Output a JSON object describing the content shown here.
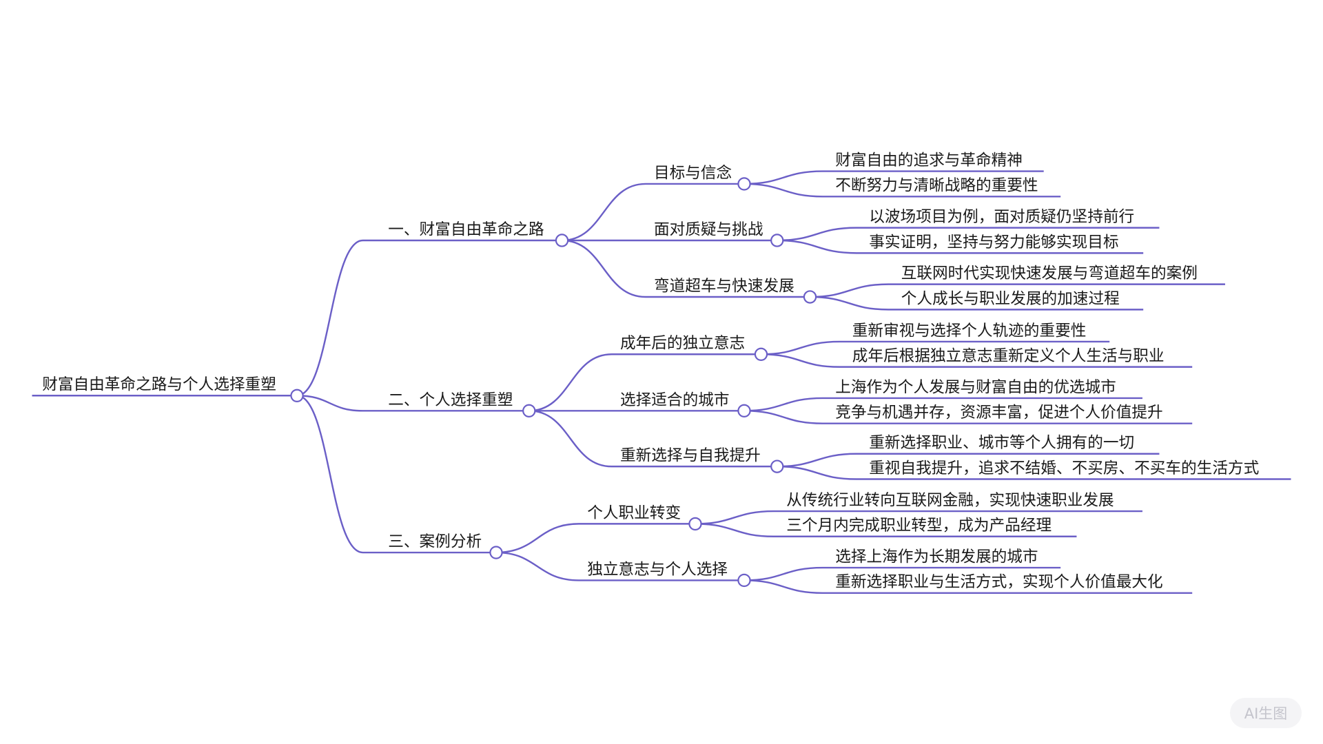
{
  "colors": {
    "line": "#6b5fc7",
    "text": "#1a1a1a"
  },
  "mindmap": {
    "root": "财富自由革命之路与个人选择重塑",
    "branches": [
      {
        "label": "一、财富自由革命之路",
        "children": [
          {
            "label": "目标与信念",
            "leaves": [
              "财富自由的追求与革命精神",
              "不断努力与清晰战略的重要性"
            ]
          },
          {
            "label": "面对质疑与挑战",
            "leaves": [
              "以波场项目为例，面对质疑仍坚持前行",
              "事实证明，坚持与努力能够实现目标"
            ]
          },
          {
            "label": "弯道超车与快速发展",
            "leaves": [
              "互联网时代实现快速发展与弯道超车的案例",
              "个人成长与职业发展的加速过程"
            ]
          }
        ]
      },
      {
        "label": "二、个人选择重塑",
        "children": [
          {
            "label": "成年后的独立意志",
            "leaves": [
              "重新审视与选择个人轨迹的重要性",
              "成年后根据独立意志重新定义个人生活与职业"
            ]
          },
          {
            "label": "选择适合的城市",
            "leaves": [
              "上海作为个人发展与财富自由的优选城市",
              "竞争与机遇并存，资源丰富，促进个人价值提升"
            ]
          },
          {
            "label": "重新选择与自我提升",
            "leaves": [
              "重新选择职业、城市等个人拥有的一切",
              "重视自我提升，追求不结婚、不买房、不买车的生活方式"
            ]
          }
        ]
      },
      {
        "label": "三、案例分析",
        "children": [
          {
            "label": "个人职业转变",
            "leaves": [
              "从传统行业转向互联网金融，实现快速职业发展",
              "三个月内完成职业转型，成为产品经理"
            ]
          },
          {
            "label": "独立意志与个人选择",
            "leaves": [
              "选择上海作为长期发展的城市",
              "重新选择职业与生活方式，实现个人价值最大化"
            ]
          }
        ]
      }
    ]
  },
  "watermark": "AI生图"
}
